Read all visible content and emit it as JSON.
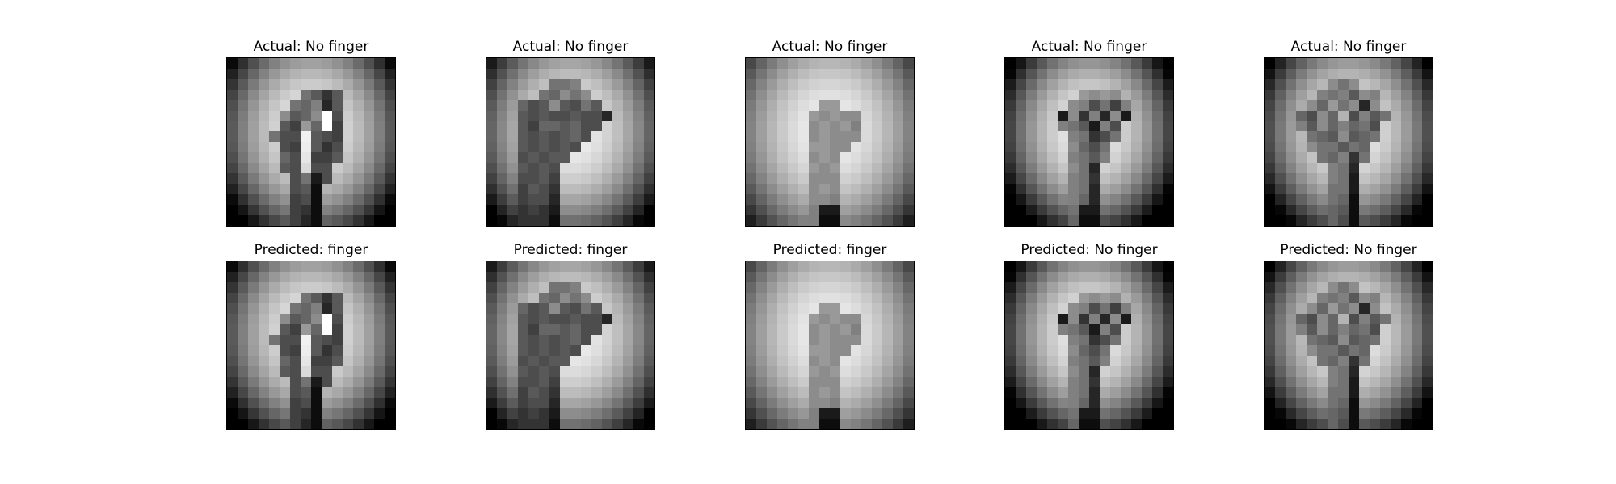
{
  "figure": {
    "background": "#ffffff",
    "colormap": "gray",
    "rows": [
      {
        "panels": [
          {
            "title": "Actual: No finger",
            "variant": "A"
          },
          {
            "title": "Actual: No finger",
            "variant": "B"
          },
          {
            "title": "Actual: No finger",
            "variant": "C"
          },
          {
            "title": "Actual: No finger",
            "variant": "D"
          },
          {
            "title": "Actual: No finger",
            "variant": "E"
          }
        ]
      },
      {
        "panels": [
          {
            "title": "Predicted: finger",
            "variant": "A"
          },
          {
            "title": "Predicted: finger",
            "variant": "B"
          },
          {
            "title": "Predicted: finger",
            "variant": "C"
          },
          {
            "title": "Predicted: No finger",
            "variant": "D"
          },
          {
            "title": "Predicted: No finger",
            "variant": "E"
          }
        ]
      }
    ]
  }
}
